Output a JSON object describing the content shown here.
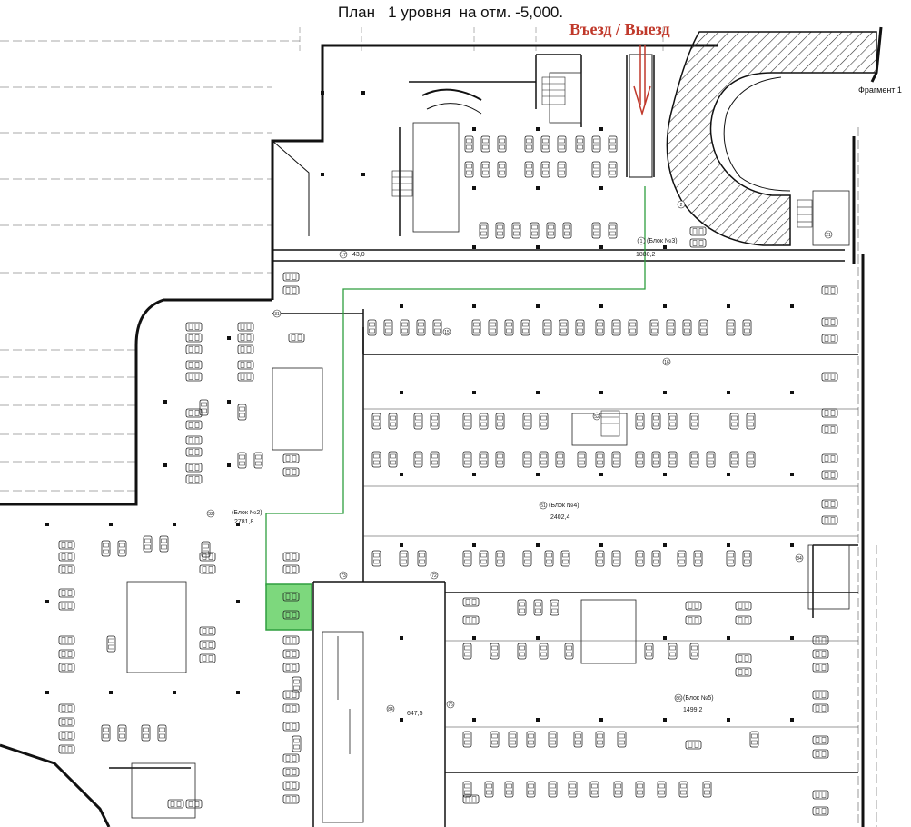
{
  "header": {
    "title": "План   1 уровня  на отм. -5,000.",
    "entry_exit": "Въезд / Выезд",
    "fragment": "Фрагмент 1"
  },
  "blocks": {
    "block2_name": "(Блок №2)",
    "block2_area": "2781,8",
    "block3_name": "(Блок №3)",
    "block3_area": "1880,2",
    "block4_name": "(Блок №4)",
    "block4_area": "2402,4",
    "block5_name": "(Блок №5)",
    "block5_area": "1499,2",
    "room84_area": "647,5",
    "corridor_area": "43,0"
  },
  "colors": {
    "route": "#2e9e3e",
    "highlight_fill": "#7dd87d",
    "entry_text": "#c0392b",
    "hatch": "#333333"
  },
  "icons": {
    "entry_arrow": "red-down-arrow-icon"
  }
}
